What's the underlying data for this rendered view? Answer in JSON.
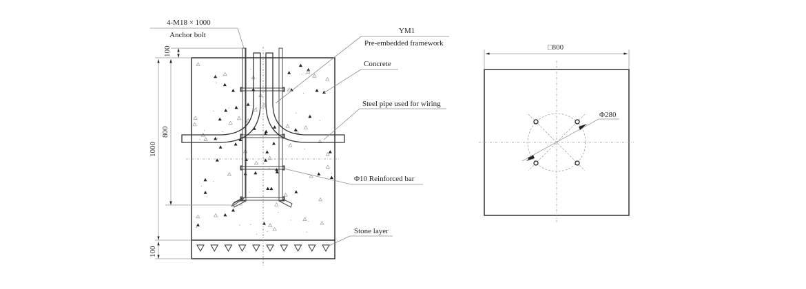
{
  "section_view": {
    "labels": {
      "anchor_spec": "4-M18 × 1000",
      "anchor_name": "Anchor bolt",
      "ym_code": "YM1",
      "framework": "Pre-embedded framework",
      "concrete": "Concrete",
      "steel_pipe": "Steel pipe used for wiring",
      "rebar": "Φ10  Reinforced bar",
      "stone": "Stone layer"
    },
    "dimensions": {
      "top_protrusion": "100",
      "anchor_depth": "800",
      "foundation_depth": "1000",
      "stone_layer": "100"
    },
    "stone_marker_count": 10
  },
  "plan_view": {
    "width_label": "□800",
    "bolt_circle_label": "Φ280",
    "bolt_count": 4
  }
}
